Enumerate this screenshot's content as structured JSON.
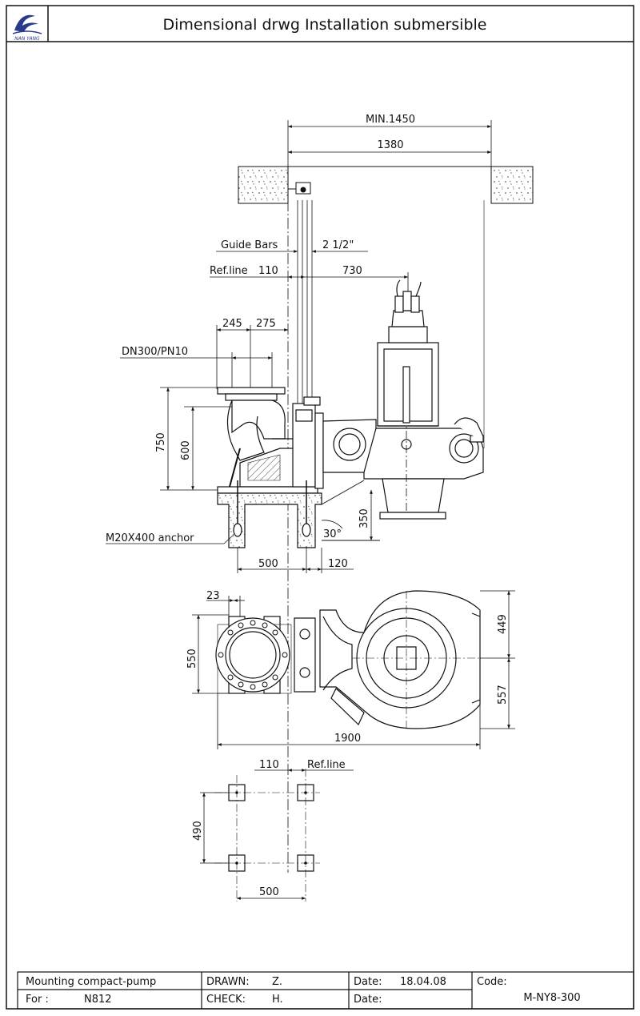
{
  "title": "Dimensional drwg Installation submersible",
  "logo": {
    "text": "NAN YANG",
    "color": "#2a3a8a",
    "icon": "wave-logo-icon"
  },
  "dims": {
    "min_span": "MIN.1450",
    "span": "1380",
    "guide_bars_label": "Guide Bars",
    "guide_bars_value": "2 1/2\"",
    "ref_line": "Ref.line",
    "d110_top": "110",
    "d730": "730",
    "d245": "245",
    "d275": "275",
    "flange": "DN300/PN10",
    "d750": "750",
    "d600": "600",
    "d350": "350",
    "angle": "30°",
    "anchor": "M20X400  anchor",
    "d500_side": "500",
    "d120": "120",
    "d23": "23",
    "d550": "550",
    "d449": "449",
    "d557": "557",
    "d1900": "1900",
    "d110_bottom": "110",
    "ref_line_bottom": "Ref.line",
    "d490": "490",
    "d500_bottom": "500"
  },
  "title_block": {
    "mounting": "Mounting compact-pump",
    "for_label": "For :",
    "for_value": "N812",
    "drawn_label": "DRAWN:",
    "drawn_value": "Z.",
    "check_label": "CHECK:",
    "check_value": "H.",
    "date_label": "Date:",
    "date_value": "18.04.08",
    "date_label2": "Date:",
    "code_label": "Code:",
    "code_value": "M-NY8-300"
  }
}
